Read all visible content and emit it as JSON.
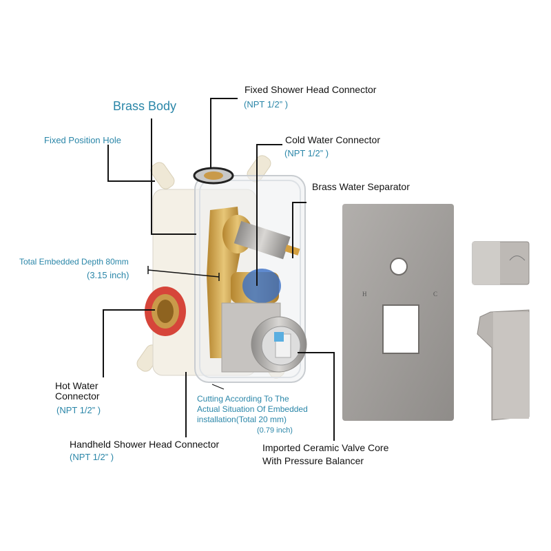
{
  "title": "Brass Body",
  "labels": {
    "fixed_shower": {
      "name": "Fixed Shower Head Connector",
      "spec": "(NPT 1/2” )"
    },
    "cold_water": {
      "name": "Cold Water Connector",
      "spec": "(NPT 1/2” )"
    },
    "brass_separator": {
      "name": "Brass Water Separator"
    },
    "fixed_position_hole": {
      "name": "Fixed Position Hole"
    },
    "embedded_depth": {
      "name": "Total Embedded Depth 80mm",
      "spec": "(3.15 inch)"
    },
    "hot_water": {
      "name_line1": "Hot Water",
      "name_line2": "Connector",
      "spec": "(NPT 1/2” )"
    },
    "cutting": {
      "line1": "Cutting According To The",
      "line2": "Actual Situation Of Embedded",
      "line3": "installation(Total 20 mm)",
      "line4": "(0.79 inch)"
    },
    "handheld_shower": {
      "name": "Handheld Shower Head Connector",
      "spec": "(NPT 1/2” )"
    },
    "valve_core": {
      "line1": "Imported Ceramic Valve Core",
      "line2": "With Pressure Balancer"
    }
  },
  "trim_plate": {
    "hot_mark": "H",
    "cold_mark": "C"
  },
  "colors": {
    "accent_blue": "#2a86a8",
    "brass": "#c9a24a",
    "nickel": "#a9a6a3",
    "plastic": "#efe8d6",
    "red_seal": "#d6453a",
    "blue_seal": "#3a6fc4"
  }
}
